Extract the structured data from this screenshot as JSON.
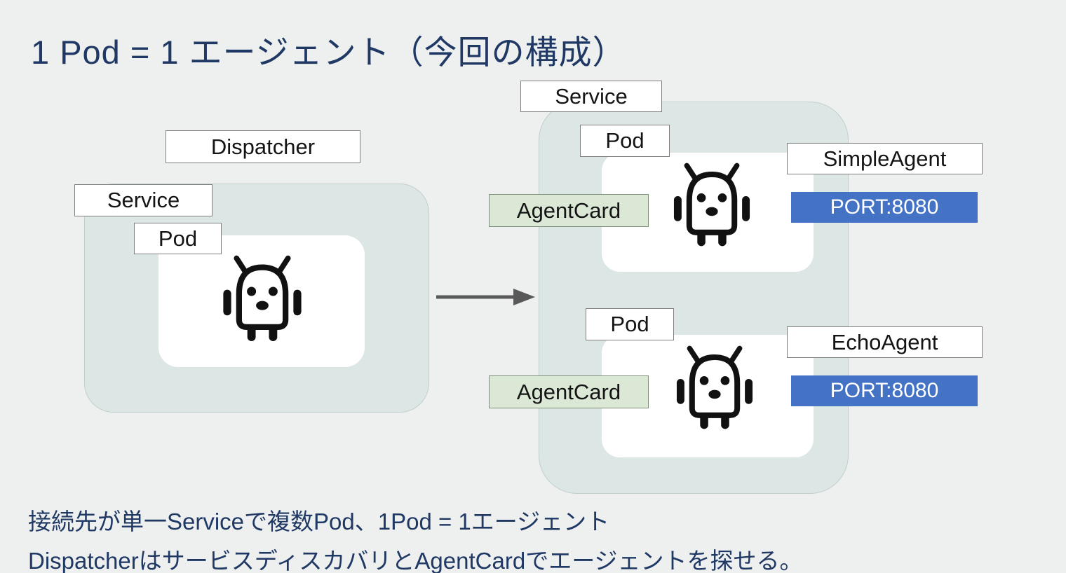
{
  "title": "1 Pod = 1 エージェント（今回の構成）",
  "dispatcher": {
    "label": "Dispatcher",
    "service_label": "Service",
    "pod_label": "Pod"
  },
  "agents_group": {
    "service_label": "Service",
    "pods": [
      {
        "pod_label": "Pod",
        "agent_card_label": "AgentCard",
        "agent_name": "SimpleAgent",
        "port_label": "PORT:8080"
      },
      {
        "pod_label": "Pod",
        "agent_card_label": "AgentCard",
        "agent_name": "EchoAgent",
        "port_label": "PORT:8080"
      }
    ]
  },
  "footer": {
    "line1": "接続先が単一Serviceで複数Pod、1Pod = 1エージェント",
    "line2": "DispatcherはサービスディスカバリとAgentCardでエージェントを探せる。"
  },
  "icons": {
    "robot": "robot-agent-icon",
    "arrow": "right-arrow-icon"
  },
  "colors": {
    "title_text": "#1f3864",
    "container_bg": "#dce6e4",
    "agent_card_bg": "#dbe8d6",
    "port_bg": "#4472c4",
    "port_text": "#ffffff",
    "arrow": "#595959"
  }
}
